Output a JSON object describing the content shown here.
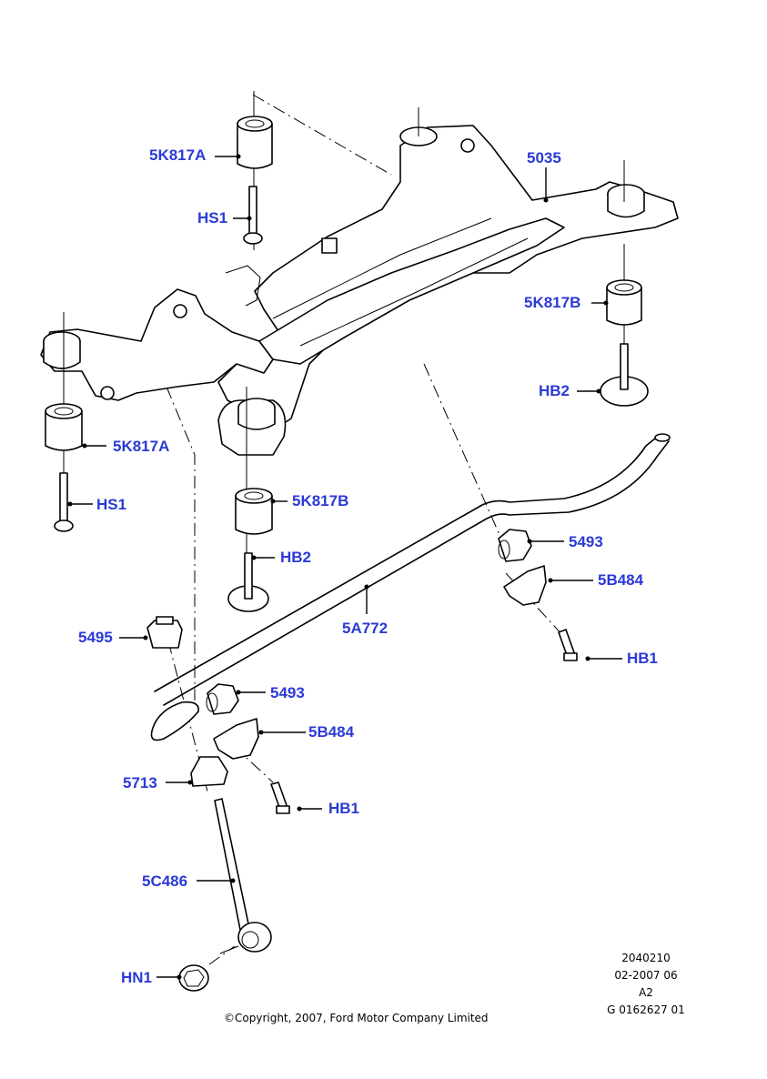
{
  "diagram": {
    "title_block": {
      "drawing_number": "2040210",
      "date_code": "02-2007 06",
      "sheet": "A2",
      "graphic_id": "G 0162627 01"
    },
    "copyright": "©Copyright, 2007, Ford Motor Company Limited",
    "label_color": "#2b3ad6",
    "callouts": [
      {
        "id": "5K817A-top",
        "text": "5K817A",
        "part": "Crossmember bushing (front upper)"
      },
      {
        "id": "HS1-top",
        "text": "HS1",
        "part": "Screw"
      },
      {
        "id": "5035",
        "text": "5035",
        "part": "Rear subframe / crossmember"
      },
      {
        "id": "5K817B-right",
        "text": "5K817B",
        "part": "Crossmember bushing (rear)"
      },
      {
        "id": "HB2-right",
        "text": "HB2",
        "part": "Bolt with washer plate"
      },
      {
        "id": "5K817A-left",
        "text": "5K817A",
        "part": "Crossmember bushing (front lower)"
      },
      {
        "id": "HS1-left",
        "text": "HS1",
        "part": "Screw"
      },
      {
        "id": "5K817B-center",
        "text": "5K817B",
        "part": "Crossmember bushing (rear)"
      },
      {
        "id": "HB2-center",
        "text": "HB2",
        "part": "Bolt with washer plate"
      },
      {
        "id": "5493-right",
        "text": "5493",
        "part": "Stabilizer bar bushing"
      },
      {
        "id": "5B484-right",
        "text": "5B484",
        "part": "Stabilizer bar bracket"
      },
      {
        "id": "HB1-right",
        "text": "HB1",
        "part": "Bolt"
      },
      {
        "id": "5A772",
        "text": "5A772",
        "part": "Stabilizer bar"
      },
      {
        "id": "5495",
        "text": "5495",
        "part": "Nut / link insulator"
      },
      {
        "id": "5493-left",
        "text": "5493",
        "part": "Stabilizer bar bushing"
      },
      {
        "id": "5B484-left",
        "text": "5B484",
        "part": "Stabilizer bar bracket"
      },
      {
        "id": "5713",
        "text": "5713",
        "part": "Link insulator"
      },
      {
        "id": "HB1-left",
        "text": "HB1",
        "part": "Bolt"
      },
      {
        "id": "5C486",
        "text": "5C486",
        "part": "Stabilizer link"
      },
      {
        "id": "HN1",
        "text": "HN1",
        "part": "Nut"
      }
    ]
  }
}
